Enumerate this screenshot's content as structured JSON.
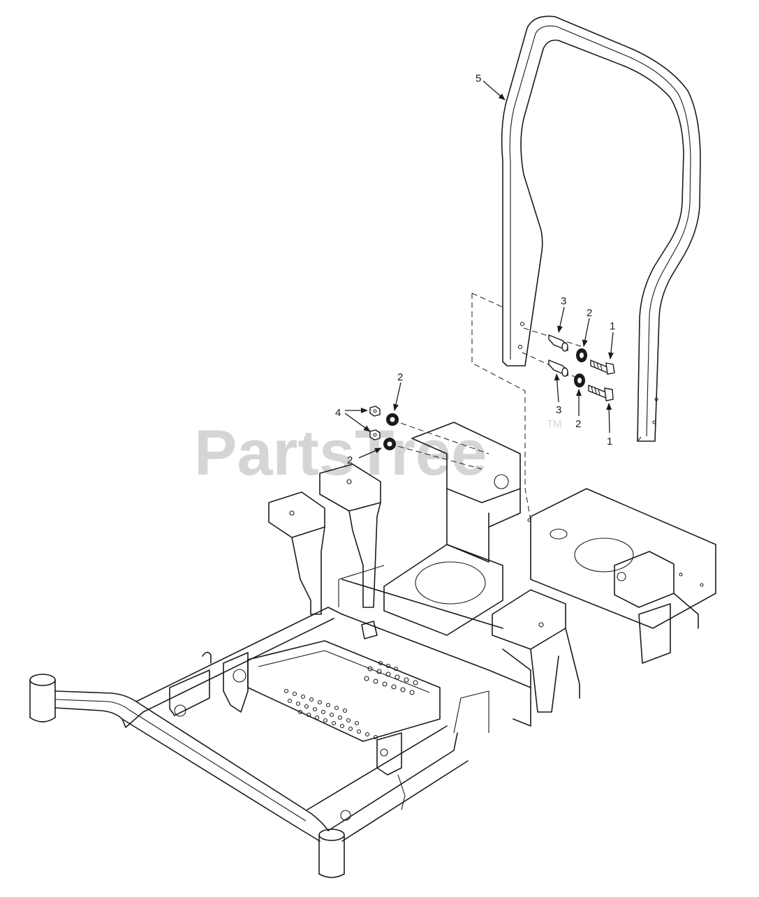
{
  "diagram": {
    "watermark": {
      "text": "PartsTree",
      "trademark": "TM"
    },
    "callouts": [
      {
        "id": "c5",
        "label": "5"
      },
      {
        "id": "c3a",
        "label": "3"
      },
      {
        "id": "c2a",
        "label": "2"
      },
      {
        "id": "c1a",
        "label": "1"
      },
      {
        "id": "c3b",
        "label": "3"
      },
      {
        "id": "c2b",
        "label": "2"
      },
      {
        "id": "c1b",
        "label": "1"
      },
      {
        "id": "c2c",
        "label": "2"
      },
      {
        "id": "c4",
        "label": "4"
      },
      {
        "id": "c2d",
        "label": "2"
      }
    ]
  }
}
